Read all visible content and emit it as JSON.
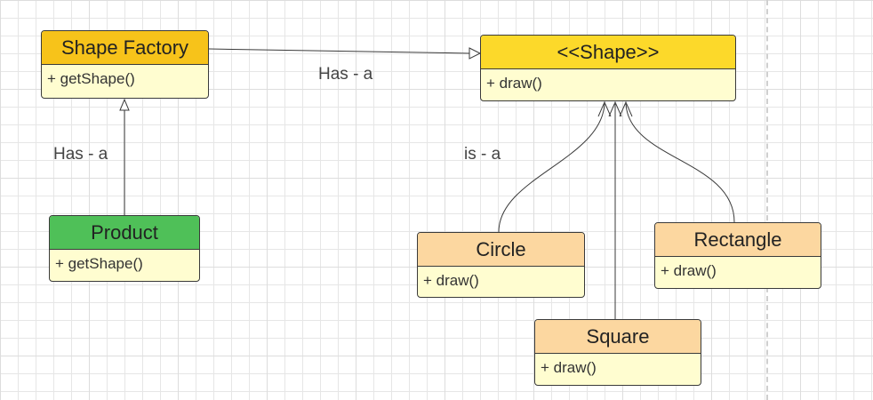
{
  "diagram": {
    "classes": {
      "shape_factory": {
        "name": "Shape Factory",
        "member": "+ getShape()",
        "header_color": "#f7c31a"
      },
      "shape": {
        "name": "<<Shape>>",
        "member": "+ draw()",
        "header_color": "#fcd92a"
      },
      "product": {
        "name": "Product",
        "member": "+ getShape()",
        "header_color": "#4fc058"
      },
      "circle": {
        "name": "Circle",
        "member": "+ draw()",
        "header_color": "#fcd7a0"
      },
      "rectangle": {
        "name": "Rectangle",
        "member": "+ draw()",
        "header_color": "#fcd7a0"
      },
      "square": {
        "name": "Square",
        "member": "+ draw()",
        "header_color": "#fcd7a0"
      }
    },
    "labels": {
      "factory_shape": "Has - a",
      "product_factory": "Has - a",
      "is_a": "is - a"
    },
    "body_color": "#fffdd0"
  }
}
